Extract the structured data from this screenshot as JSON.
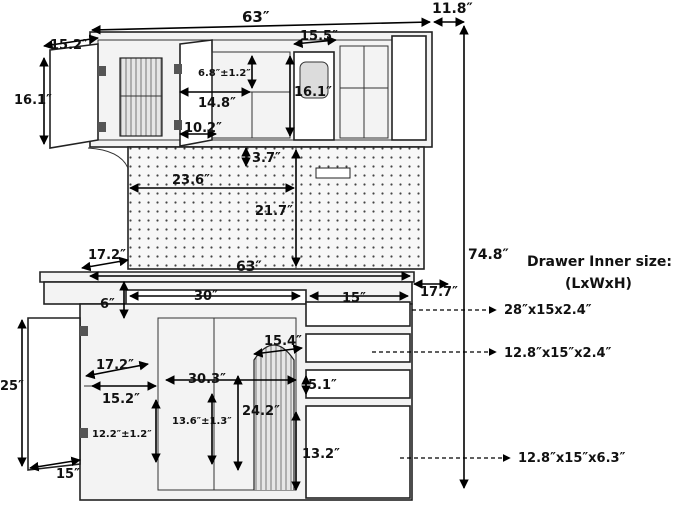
{
  "dimensions": {
    "overall_width": "63″",
    "overall_depth": "11.8″",
    "top_door_width": "15.2″",
    "top_center_width": "15.5″",
    "top_door_height": "16.1″",
    "top_shelf_height": "6.8″±1.2″",
    "top_shelf_width": "14.8″",
    "right_glass_height": "16.1″",
    "top_inner_width": "10.2″",
    "pegboard_gap": "3.7″",
    "pegboard_width": "23.6″",
    "pegboard_height": "21.7″",
    "total_height": "74.8″",
    "base_depth": "17.2″",
    "base_width": "63″",
    "base_side_depth": "17.7″",
    "top_drawer_height": "6″",
    "top_drawer_width": "30″",
    "right_drawer_width": "15″",
    "center_arch_width": "15.4″",
    "left_inner_depth": "17.2″",
    "left_cabinet_height": "25″",
    "left_inner_width": "15.2″",
    "left_shelf_height": "12.2″±1.2″",
    "left_cabinet_width": "15″",
    "center_open_width": "30.3″",
    "center_shelf_height": "13.6″±1.3″",
    "center_open_height": "24.2″",
    "small_gap": "5.1″",
    "bottom_gap": "13.2″"
  },
  "drawer_inner": {
    "title_line1": "Drawer Inner size:",
    "title_line2": "(LxWxH)",
    "drawer_1": "28″x15x2.4″",
    "drawer_2": "12.8″x15″x2.4″",
    "drawer_3": "12.8″x15″x6.3″"
  }
}
